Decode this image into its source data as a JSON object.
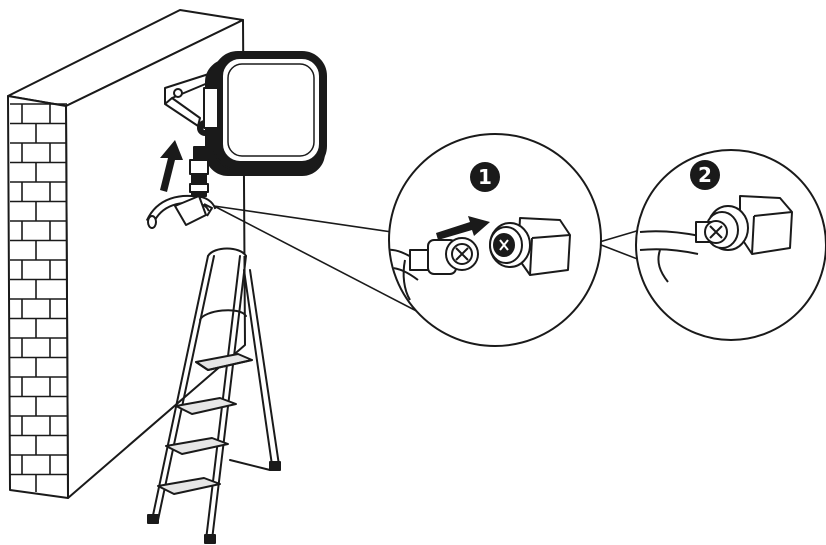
{
  "steps": [
    {
      "number": "1"
    },
    {
      "number": "2"
    }
  ],
  "colors": {
    "line": "#1a1a1a",
    "background": "#ffffff",
    "badge_fill": "#1a1a1a",
    "badge_text": "#ffffff",
    "ladder_fill": "#e6e6e6",
    "connector_fill": "#f2f2f2"
  },
  "icons": [
    "brick-wall",
    "outdoor-antenna",
    "mounting-bracket",
    "cable-connector",
    "step-ladder",
    "up-arrow",
    "right-arrow",
    "magnifier-callout"
  ]
}
